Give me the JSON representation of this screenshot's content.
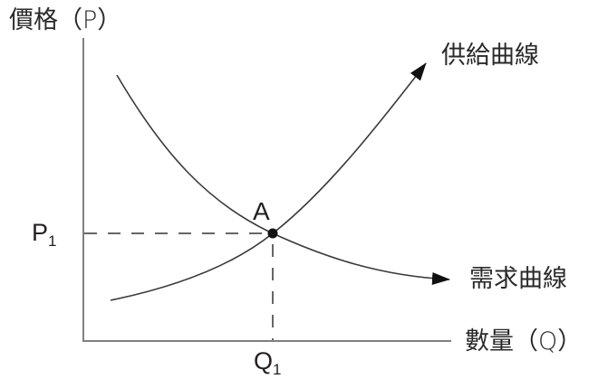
{
  "chart_data": {
    "type": "line",
    "title": "",
    "xlabel": "數量（Q）",
    "ylabel": "價格（P）",
    "series": [
      {
        "name": "供給曲線",
        "shape": "upward-sloping convex curve with arrow",
        "x": [
          0.08,
          0.5,
          1.0
        ],
        "y": [
          0.14,
          0.36,
          0.96
        ]
      },
      {
        "name": "需求曲線",
        "shape": "downward-sloping convex curve with arrow",
        "x": [
          0.09,
          0.5,
          1.0
        ],
        "y": [
          0.87,
          0.36,
          0.2
        ]
      }
    ],
    "equilibrium": {
      "label": "A",
      "x_label": "Q1",
      "y_label": "P1"
    },
    "grid": false,
    "legend": "inline labels at curve ends"
  },
  "axes": {
    "y_title": "價格（P）",
    "x_title": "數量（Q）"
  },
  "curves": {
    "supply_label": "供給曲線",
    "demand_label": "需求曲線"
  },
  "equilibrium": {
    "point_label": "A",
    "price_label": "P",
    "price_sub": "1",
    "quantity_label": "Q",
    "quantity_sub": "1"
  },
  "colors": {
    "axis": "#808080",
    "curve": "#3a3a3a",
    "text": "#231f20"
  }
}
